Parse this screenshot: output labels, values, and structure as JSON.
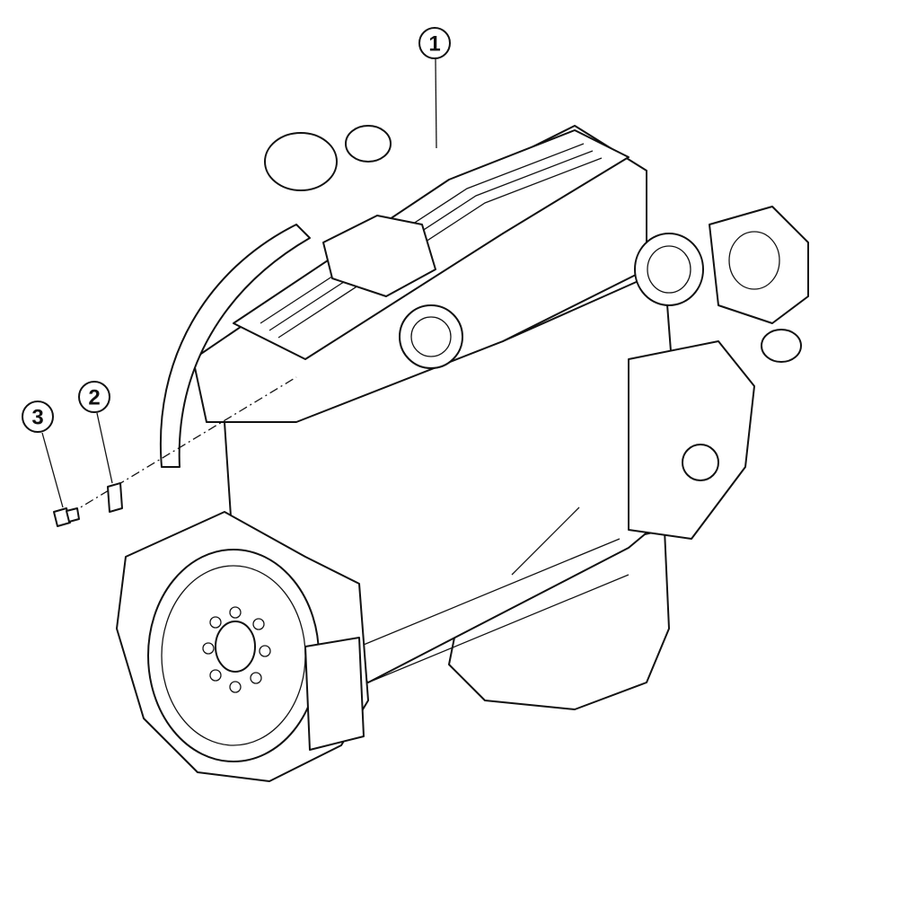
{
  "diagram": {
    "type": "exploded-parts-illustration",
    "callouts": [
      {
        "label": "1",
        "part": "engine-assembly"
      },
      {
        "label": "2",
        "part": "plate"
      },
      {
        "label": "3",
        "part": "bolt"
      }
    ],
    "line_color": "#111111",
    "background": "#ffffff"
  }
}
